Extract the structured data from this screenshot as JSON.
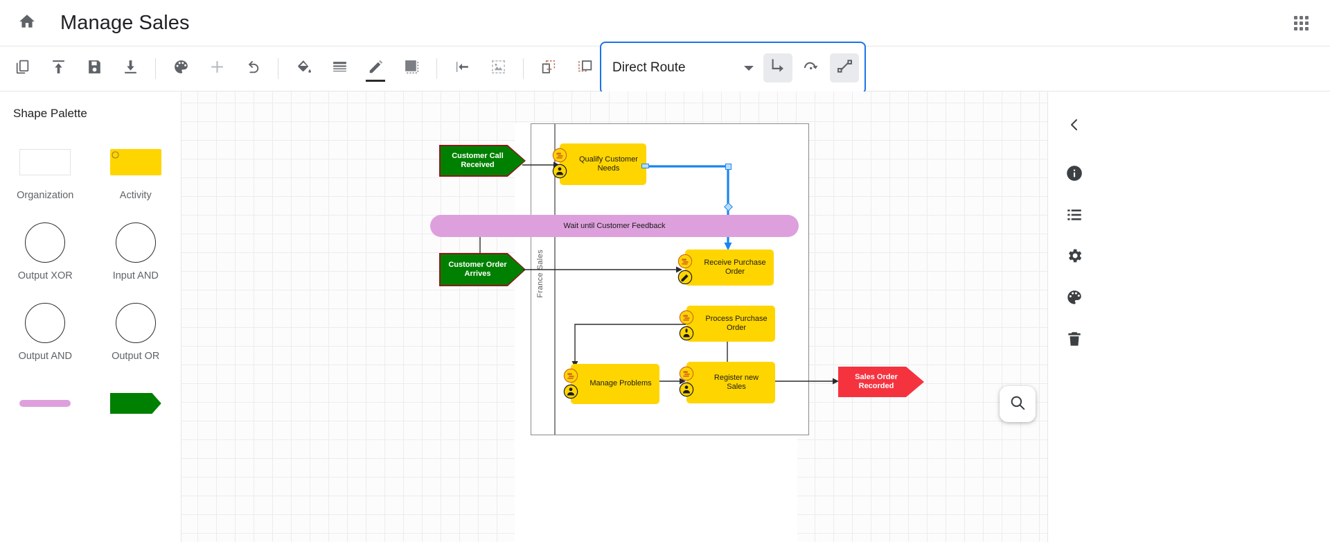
{
  "header": {
    "home_icon": "home-icon",
    "title": "Manage Sales",
    "apps_icon": "apps-grid-icon"
  },
  "toolbar": {
    "groups": [
      {
        "items": [
          {
            "name": "copy-icon",
            "tooltip": "Copy"
          },
          {
            "name": "upload-icon",
            "tooltip": "Upload"
          },
          {
            "name": "save-icon",
            "tooltip": "Save"
          },
          {
            "name": "download-icon",
            "tooltip": "Download"
          }
        ]
      },
      {
        "items": [
          {
            "name": "palette-icon",
            "tooltip": "Theme"
          },
          {
            "name": "plus-icon",
            "tooltip": "Add"
          },
          {
            "name": "undo-icon",
            "tooltip": "Undo"
          }
        ]
      },
      {
        "items": [
          {
            "name": "fill-color-icon",
            "tooltip": "Fill color"
          },
          {
            "name": "line-style-icon",
            "tooltip": "Line style"
          },
          {
            "name": "pencil-icon",
            "tooltip": "Edit"
          },
          {
            "name": "shadow-icon",
            "tooltip": "Shadow"
          }
        ]
      },
      {
        "items": [
          {
            "name": "align-left-icon",
            "tooltip": "Align left"
          },
          {
            "name": "image-icon",
            "tooltip": "Insert image"
          }
        ]
      },
      {
        "items": [
          {
            "name": "send-backward-icon",
            "tooltip": "Send backward"
          },
          {
            "name": "bring-forward-icon",
            "tooltip": "Bring forward"
          }
        ]
      }
    ],
    "route_panel": {
      "selected": "Direct Route",
      "options": [
        "Direct Route",
        "Orthogonal Route",
        "Curved Route"
      ],
      "dropdown_icon": "chevron-down-icon",
      "buttons": [
        {
          "name": "orthogonal-route-button",
          "label": "Orthogonal Route",
          "active": true
        },
        {
          "name": "curved-route-button",
          "label": "Curved Route",
          "active": false
        },
        {
          "name": "direct-route-button",
          "label": "Direct Route",
          "active": true
        }
      ]
    }
  },
  "sidebar": {
    "title": "Shape Palette",
    "shapes": [
      {
        "label": "Organization",
        "art": "organization"
      },
      {
        "label": "Activity",
        "art": "activity"
      },
      {
        "label": "Output XOR",
        "art": "circle"
      },
      {
        "label": "Input AND",
        "art": "circle"
      },
      {
        "label": "Output AND",
        "art": "circle"
      },
      {
        "label": "Output OR",
        "art": "circle"
      },
      {
        "label": "",
        "art": "bar"
      },
      {
        "label": "",
        "art": "chevron"
      }
    ]
  },
  "canvas": {
    "lane_label": "France Sales",
    "nodes": [
      {
        "id": "n1",
        "type": "event-green",
        "label": "Customer Call Received"
      },
      {
        "id": "n2",
        "type": "activity",
        "label": "Qualify Customer Needs"
      },
      {
        "id": "n3",
        "type": "wait",
        "label": "Wait until Customer Feedback"
      },
      {
        "id": "n4",
        "type": "event-green",
        "label": "Customer Order Arrives"
      },
      {
        "id": "n5",
        "type": "activity",
        "label": "Receive Purchase Order"
      },
      {
        "id": "n6",
        "type": "activity",
        "label": "Process Purchase Order"
      },
      {
        "id": "n7",
        "type": "activity",
        "label": "Manage Problems"
      },
      {
        "id": "n8",
        "type": "activity",
        "label": "Register new Sales"
      },
      {
        "id": "n9",
        "type": "event-red",
        "label": "Sales Order Recorded"
      }
    ]
  },
  "right_rail": {
    "buttons": [
      {
        "name": "collapse-panel-button",
        "icon": "chevron-left-icon"
      },
      {
        "name": "info-button",
        "icon": "info-icon"
      },
      {
        "name": "list-button",
        "icon": "list-icon"
      },
      {
        "name": "settings-button",
        "icon": "gear-icon"
      },
      {
        "name": "theme-button",
        "icon": "palette-icon"
      },
      {
        "name": "delete-button",
        "icon": "trash-icon"
      }
    ],
    "search_fab": "search-icon"
  },
  "colors": {
    "accent": "#1a73e8",
    "activity_fill": "#ffd500",
    "event_green": "#008000",
    "event_red": "#f5333f",
    "wait_fill": "#dda0dd",
    "selection": "#1a85f0"
  }
}
